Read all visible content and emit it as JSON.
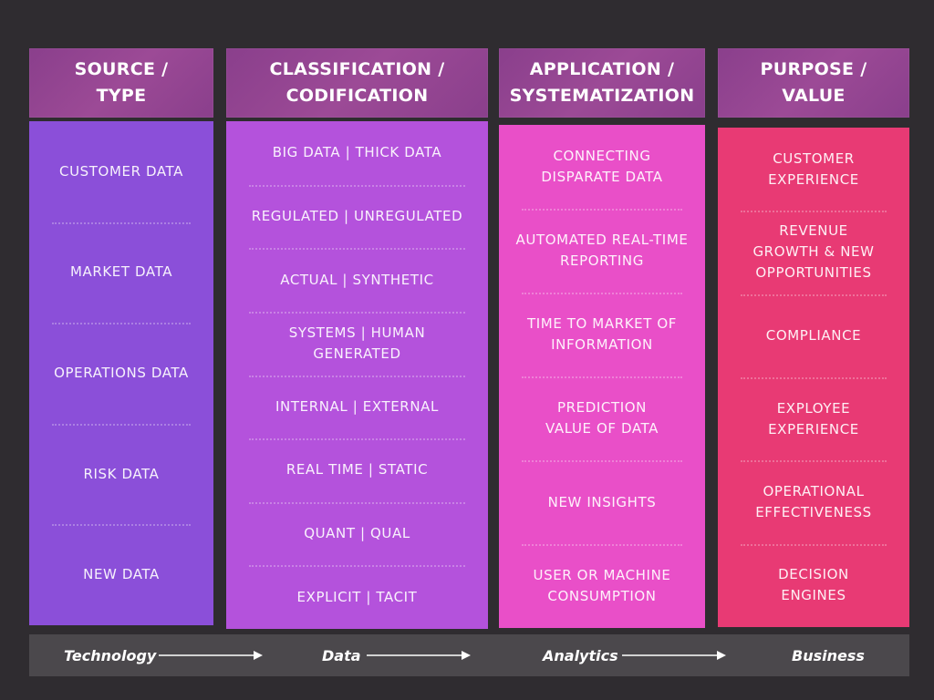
{
  "columns": [
    {
      "header": [
        "SOURCE /",
        "TYPE"
      ],
      "items": [
        "CUSTOMER DATA",
        "MARKET DATA",
        "OPERATIONS DATA",
        "RISK DATA",
        "NEW DATA"
      ]
    },
    {
      "header": [
        "CLASSIFICATION /",
        "CODIFICATION"
      ],
      "items": [
        "BIG DATA | THICK DATA",
        "REGULATED | UNREGULATED",
        "ACTUAL | SYNTHETIC",
        "SYSTEMS | HUMAN GENERATED",
        "INTERNAL | EXTERNAL",
        "REAL TIME | STATIC",
        "QUANT | QUAL",
        "EXPLICIT | TACIT"
      ]
    },
    {
      "header": [
        "APPLICATION /",
        "SYSTEMATIZATION"
      ],
      "items": [
        "CONNECTING DISPARATE DATA",
        "AUTOMATED REAL-TIME REPORTING",
        "TIME TO MARKET OF INFORMATION",
        "PREDICTION VALUE OF DATA",
        "NEW INSIGHTS",
        "USER OR MACHINE CONSUMPTION"
      ]
    },
    {
      "header": [
        "PURPOSE /",
        "VALUE"
      ],
      "items": [
        "CUSTOMER EXPERIENCE",
        "REVENUE GROWTH & NEW OPPORTUNITIES",
        "COMPLIANCE",
        "EXPLOYEE EXPERIENCE",
        "OPERATIONAL EFFECTIVENESS",
        "DECISION ENGINES"
      ]
    }
  ],
  "footer": {
    "steps": [
      "Technology",
      "Data",
      "Analytics",
      "Business"
    ]
  },
  "colors": {
    "background": "#2f2c30",
    "header": "#913f8d",
    "source": "#8b4fd9",
    "classification": "#b452dc",
    "application": "#e94fc8",
    "purpose": "#e83a74",
    "footer": "#4b484c"
  }
}
